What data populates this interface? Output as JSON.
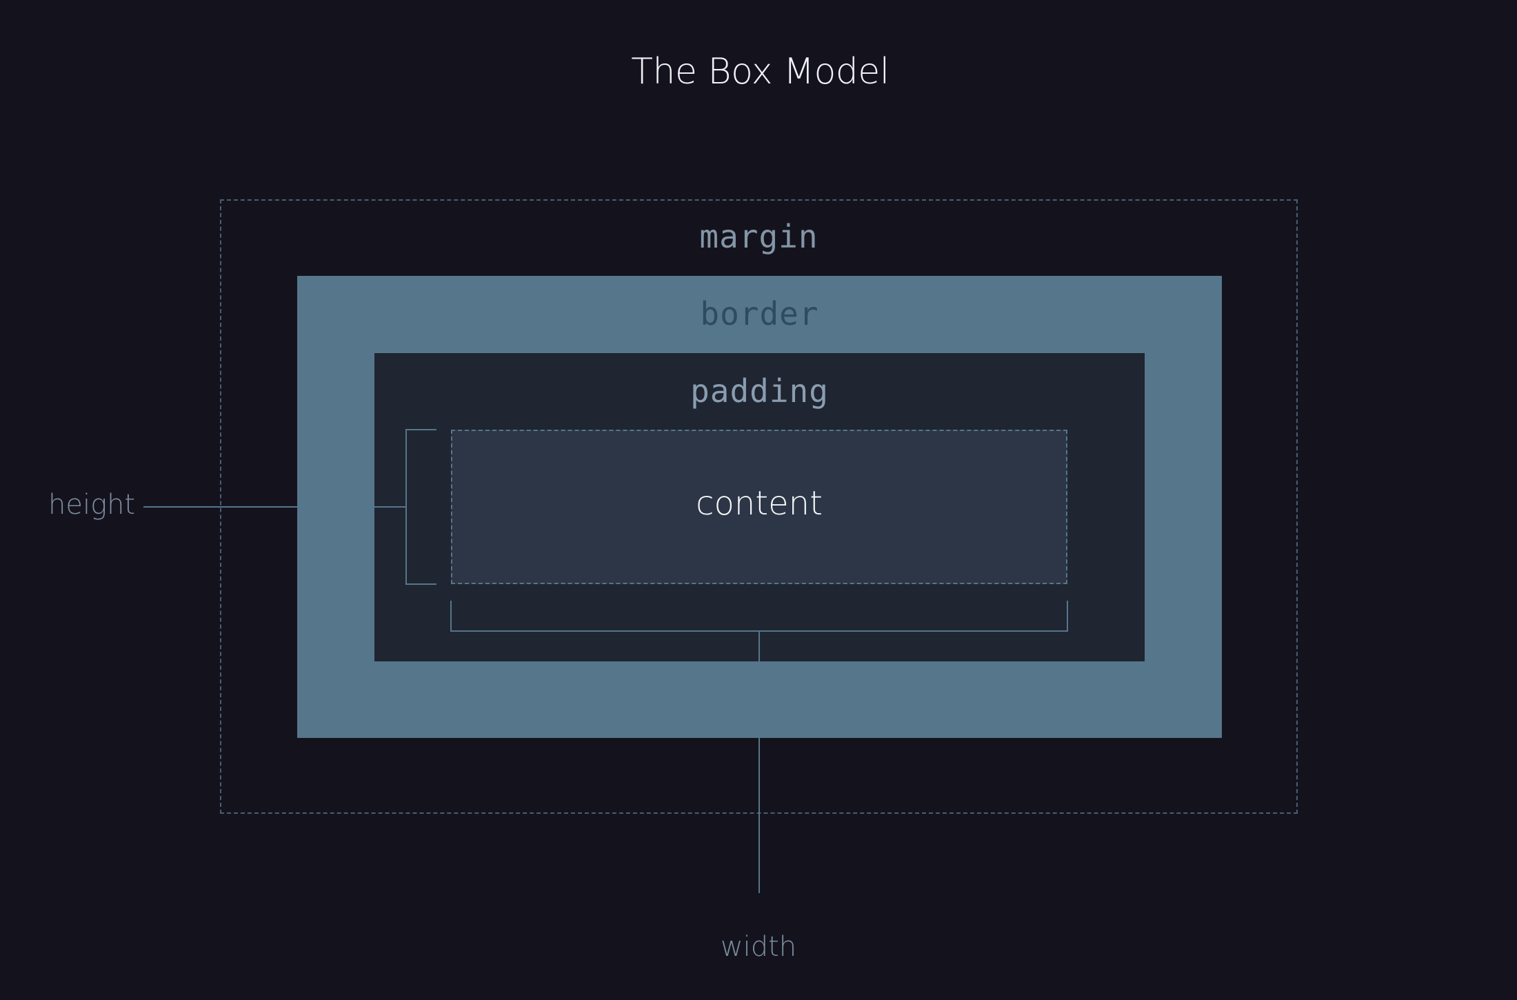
{
  "diagram": {
    "title": "The Box Model",
    "layers": {
      "margin": "margin",
      "border": "border",
      "padding": "padding",
      "content": "content"
    },
    "dimensions": {
      "height": "height",
      "width": "width"
    }
  },
  "colors": {
    "background": "#14131d",
    "border_fill": "#56768b",
    "padding_fill": "#1f2531",
    "content_fill": "#2d3646",
    "guide_line": "#56768b",
    "margin_dash": "#485f72"
  }
}
